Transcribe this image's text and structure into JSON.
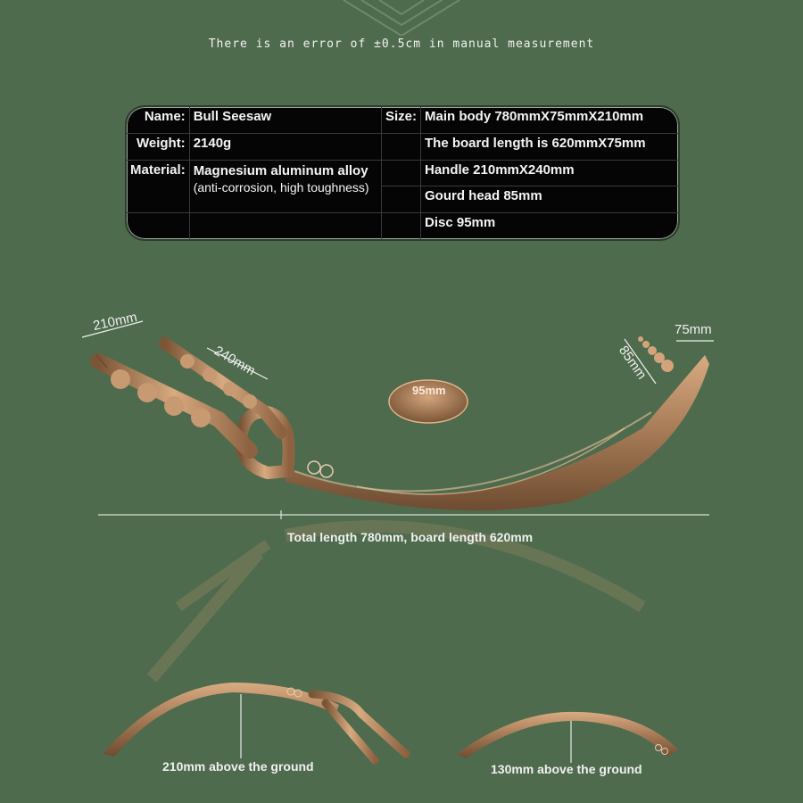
{
  "note": "There is an error of ±0.5cm in manual measurement",
  "specs": {
    "name_label": "Name:",
    "name_value": "Bull Seesaw",
    "weight_label": "Weight:",
    "weight_value": "2140g",
    "material_label": "Material:",
    "material_value_1": "Magnesium aluminum alloy",
    "material_value_2": "(anti-corrosion, high toughness)",
    "size_label": "Size:",
    "size_lines": [
      "Main body 780mmX75mmX210mm",
      "The board length is 620mmX75mm",
      "Handle 210mmX240mm",
      "Gourd head 85mm",
      "Disc 95mm"
    ]
  },
  "dimensions": {
    "handle_width": "210mm",
    "handle_length": "240mm",
    "board_width": "75mm",
    "gourd_head": "85mm",
    "disc": "95mm",
    "total": "Total length 780mm, board length 620mm",
    "above_ground_left": "210mm above the ground",
    "above_ground_right": "130mm above the ground"
  },
  "colors": {
    "background": "#4e6b4d",
    "bronze": "#a57a55",
    "bronze_light": "#cfa27a",
    "bronze_dark": "#6e4c31"
  }
}
